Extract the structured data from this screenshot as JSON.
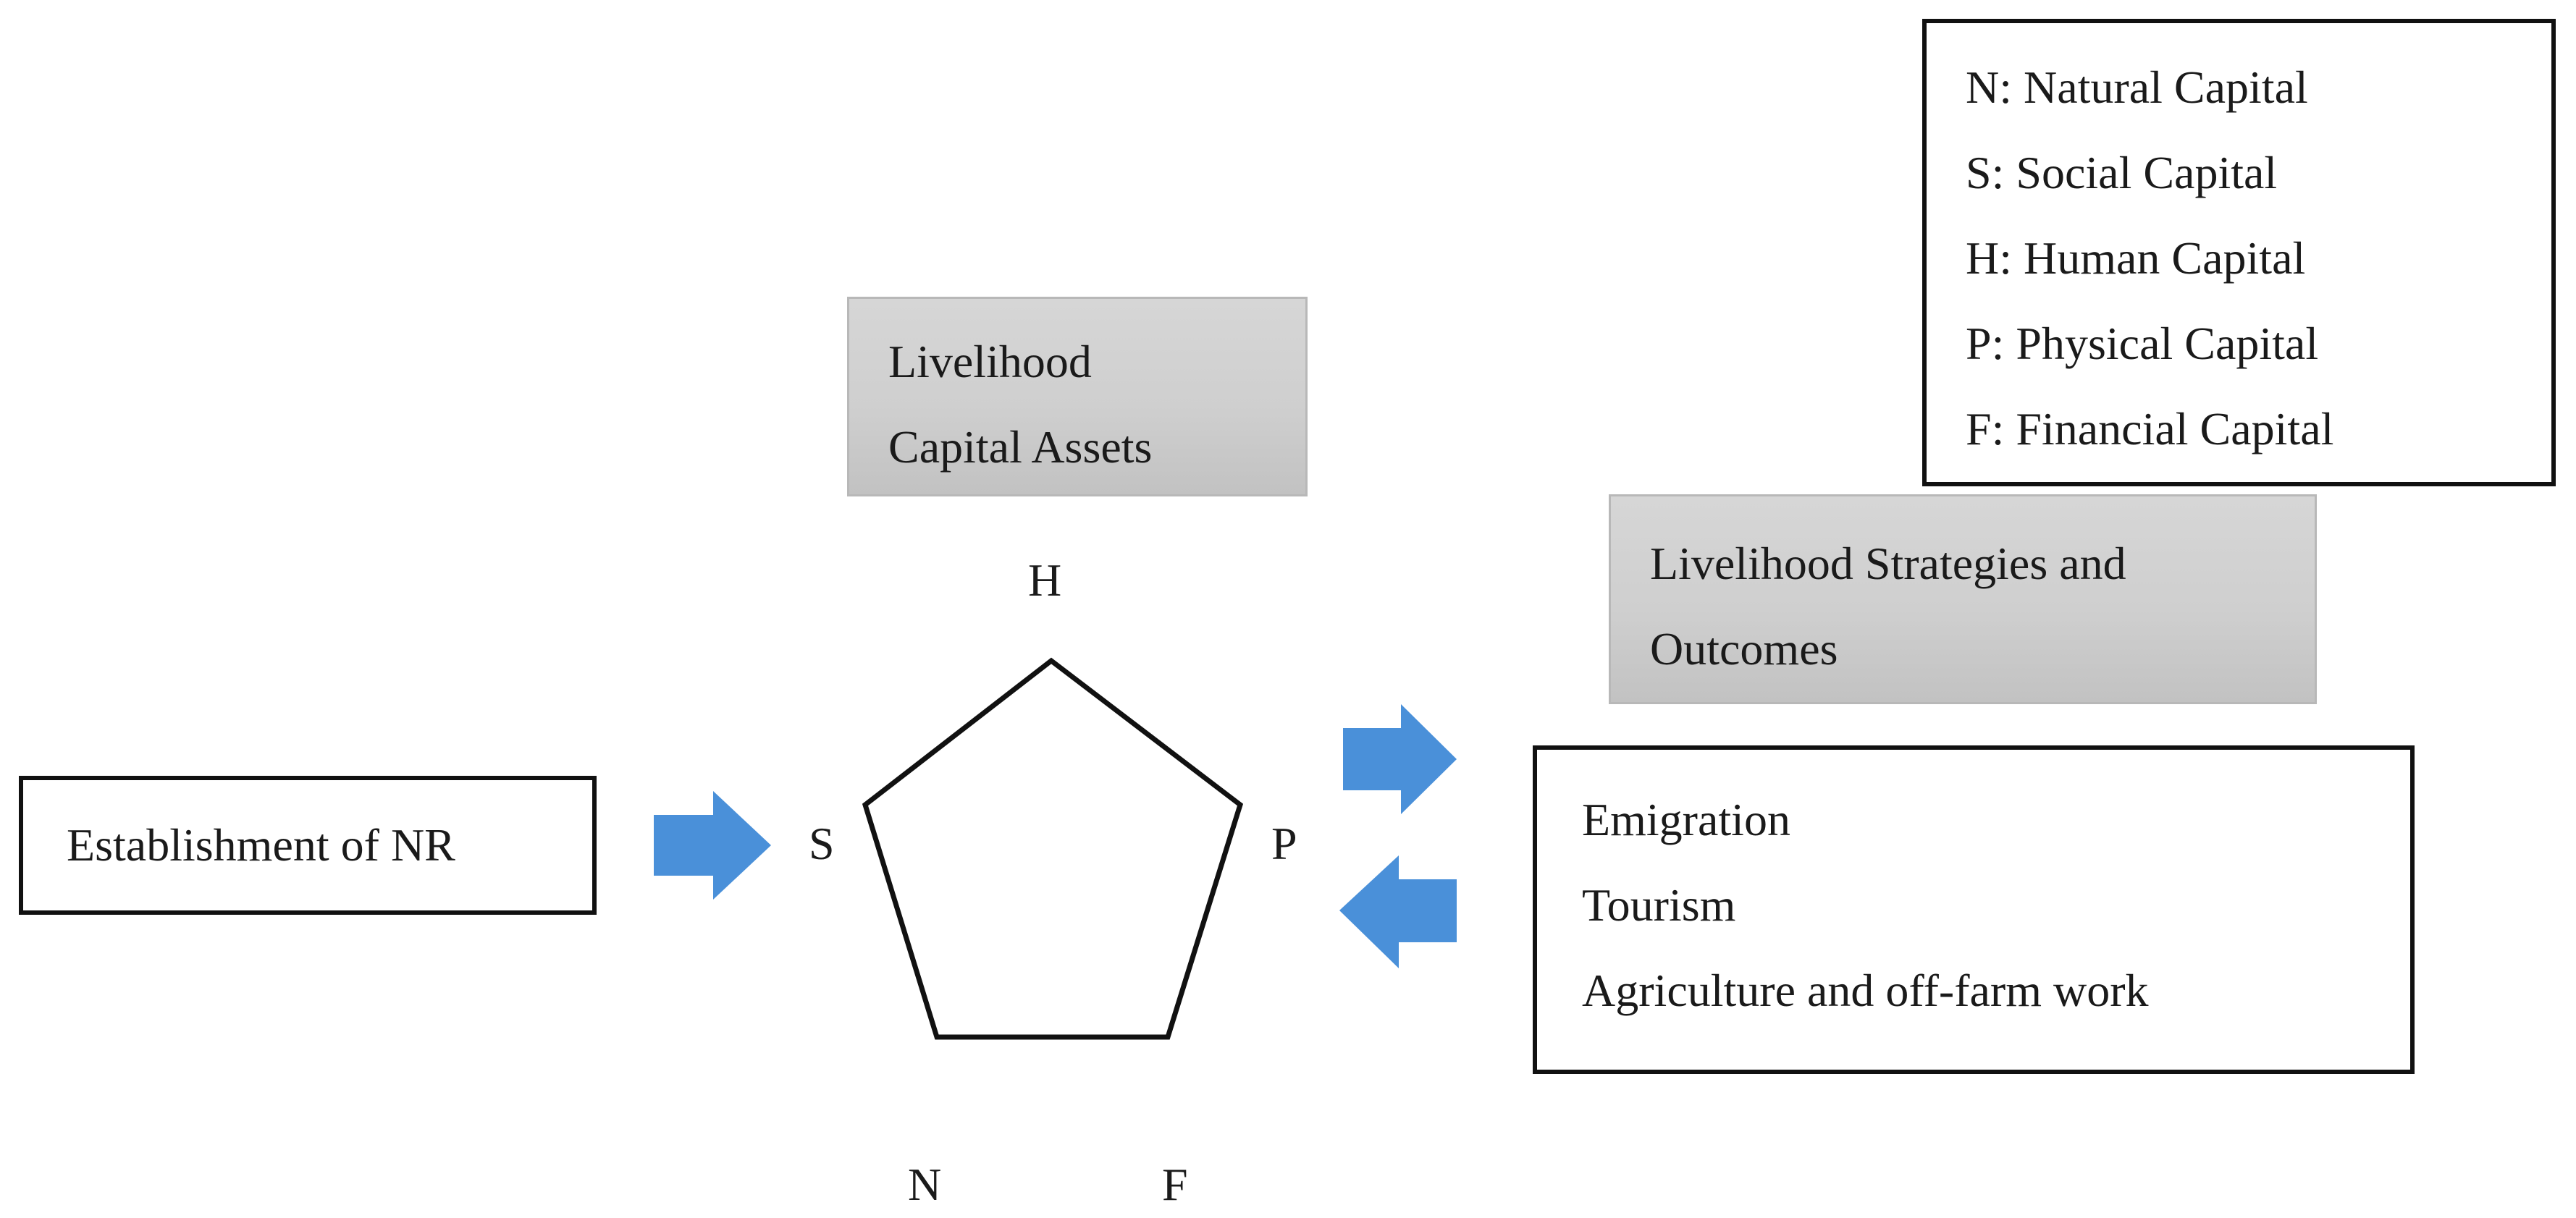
{
  "legend": {
    "items": [
      "N: Natural Capital",
      "S: Social Capital",
      "H: Human Capital",
      "P: Physical Capital",
      "F: Financial Capital"
    ]
  },
  "capital_assets_box": {
    "line1": "Livelihood",
    "line2": "Capital Assets"
  },
  "strategies_box": {
    "line1": "Livelihood Strategies and",
    "line2": "Outcomes"
  },
  "source_box": {
    "label": "Establishment of NR"
  },
  "outcomes_box": {
    "items": [
      "Emigration",
      "Tourism",
      "Agriculture and off-farm work"
    ]
  },
  "pentagon": {
    "vertex_labels": {
      "H": "H",
      "S": "S",
      "P": "P",
      "N": "N",
      "F": "F"
    }
  },
  "colors": {
    "arrow": "#4a90d9",
    "outline": "#111111",
    "shaded_fill": "#cfcfcf"
  }
}
